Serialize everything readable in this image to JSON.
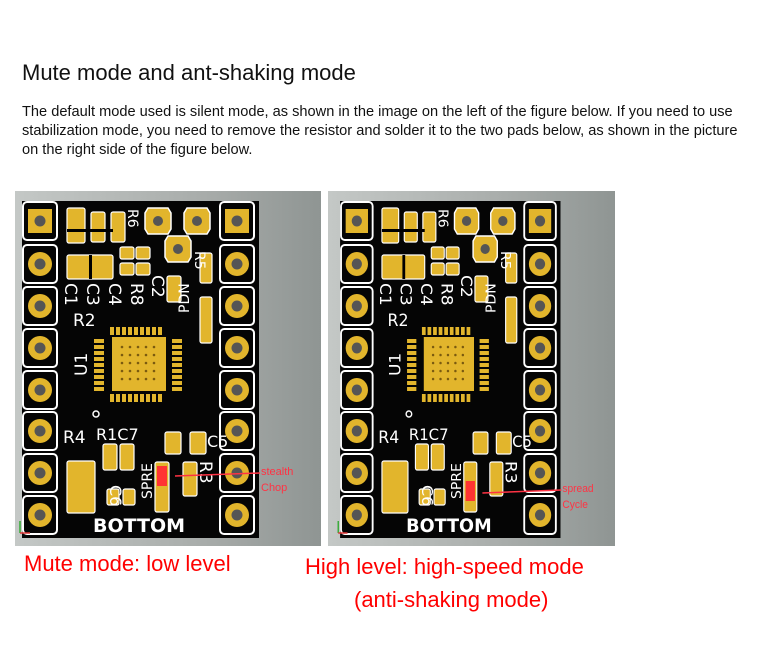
{
  "title": "Mute mode and ant-shaking mode",
  "paragraph": "The default mode used is silent mode, as shown in the image on the left of the figure below. If you need to use stabilization mode, you need to remove the resistor and solder it to the two pads below, as shown in the picture on the right side of the figure below.",
  "pcb_labels": {
    "c1": "C1",
    "c3": "C3",
    "c4": "C4",
    "r8": "R8",
    "r6": "R6",
    "r2": "R2",
    "c2": "C2",
    "r5": "R5",
    "pdn": "PDN",
    "u1": "U1",
    "r4": "R4",
    "r1c7": "R1C7",
    "c5": "C5",
    "c6": "C6",
    "spre": "SPRE",
    "r3": "R3",
    "bottom": "BOTTOM"
  },
  "figures": [
    {
      "annotation_line1": "stealth",
      "annotation_line2": "Chop",
      "caption": "Mute mode: low level",
      "red_pad": "top"
    },
    {
      "annotation_line1": "spread",
      "annotation_line2": "Cycle",
      "caption_line1": "High level: high-speed mode",
      "caption_line2": "(anti-shaking mode)",
      "red_pad": "bottom"
    }
  ],
  "colors": {
    "gold": "#e2b52c",
    "board": "#050505",
    "annotation": "#ff3344",
    "caption": "#ff0000"
  }
}
